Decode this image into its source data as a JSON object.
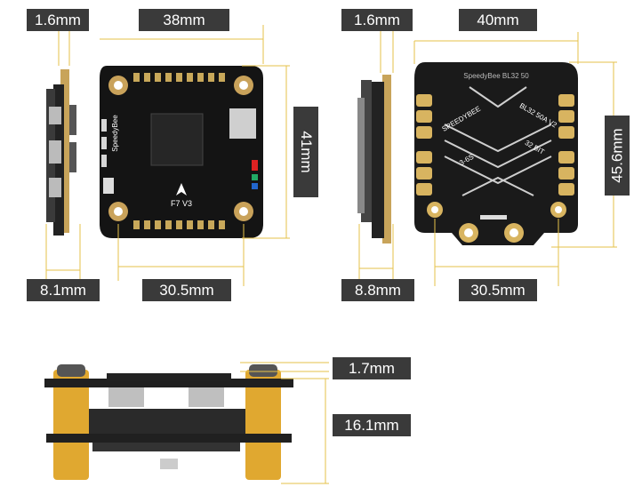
{
  "labels": {
    "fc_thickness": "1.6mm",
    "fc_width": "38mm",
    "fc_height": "41mm",
    "fc_side_depth": "8.1mm",
    "fc_hole_spacing": "30.5mm",
    "esc_thickness": "1.6mm",
    "esc_width": "40mm",
    "esc_height": "45.6mm",
    "esc_side_depth": "8.8mm",
    "esc_hole_spacing": "30.5mm",
    "stack_gap": "1.7mm",
    "stack_height": "16.1mm"
  },
  "silkscreen": {
    "fc_brand": "SpeedyBee",
    "fc_model": "F7 V3",
    "esc_brand": "SPEEDYBEE",
    "esc_model": "BL32 50A V2",
    "esc_cells": "3-6S",
    "esc_bit": "32 BIT",
    "esc_top": "SpeedyBee BL32 50"
  },
  "colors": {
    "dimension_line": "#e6c24a",
    "label_bg": "#3a3a3a",
    "board": "#141414",
    "gold": "#c8a85a",
    "standoff": "#e0a830"
  }
}
